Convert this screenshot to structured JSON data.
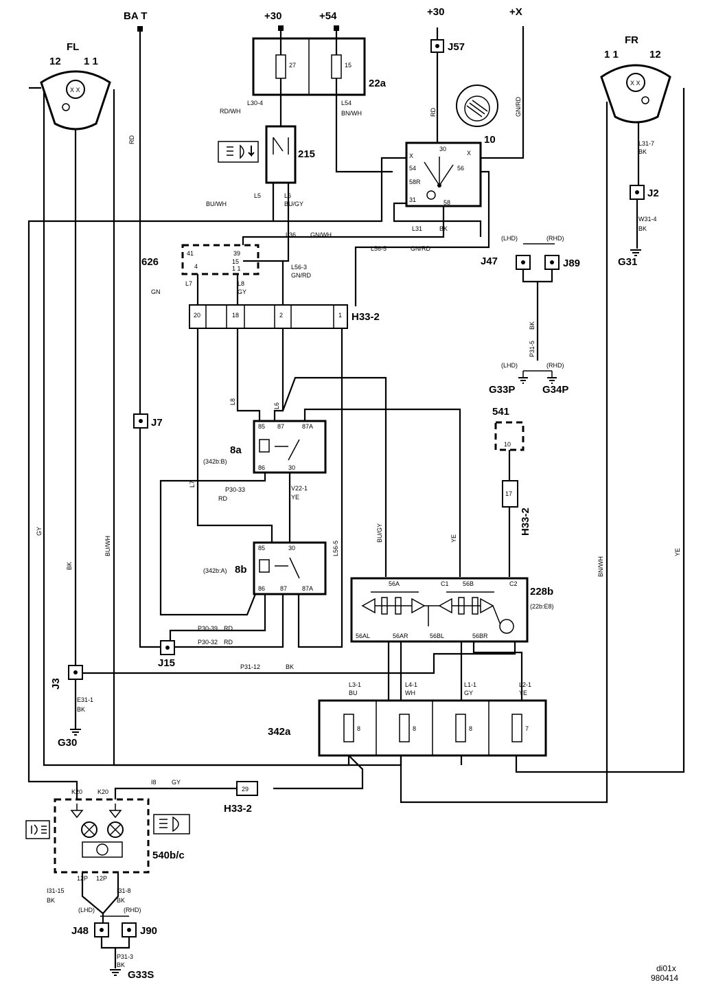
{
  "terminals": {
    "bat": "BA T",
    "p30": "+30",
    "p54": "+54",
    "p30b": "+30",
    "px": "+X"
  },
  "components": {
    "fl": "FL",
    "fr": "FR",
    "fl_pin12": "12",
    "fl_pin11": "1 1",
    "fr_pin11": "1 1",
    "fr_pin12": "12",
    "fuse_box": "22a",
    "fuse27": "27",
    "fuse15": "15",
    "j57": "J57",
    "sw10": "10",
    "relay215": "215",
    "c626": "626",
    "j47": "J47",
    "j89": "J89",
    "j2": "J2",
    "g31": "G31",
    "h33_2_top": "H33-2",
    "g33p": "G33P",
    "g34p": "G34P",
    "j7": "J7",
    "relay8a": "8a",
    "c541": "541",
    "h33_2_mid": "H33-2",
    "relay8b": "8b",
    "relay8b_sub": "(342b:A)",
    "relay8a_sub": "(342b:B)",
    "c228b": "228b",
    "c228b_sub": "(22b:E8)",
    "j15": "J15",
    "j3": "J3",
    "g30": "G30",
    "c342a": "342a",
    "h33_2_bot": "H33-2",
    "c540": "540b/c",
    "j48": "J48",
    "j90": "J90",
    "g33s": "G33S",
    "footer_code": "di01x",
    "footer_date": "980414"
  },
  "fuses_342a": [
    "8",
    "8",
    "8",
    "7"
  ],
  "wires": {
    "l30_4": "L30-4",
    "rd_wh": "RD/WH",
    "l54": "L54",
    "bn_wh": "BN/WH",
    "l5": "L5",
    "bu_wh": "BU/WH",
    "l6": "L6",
    "bu_gy": "BU/GY",
    "l36": "L36",
    "gn_wh": "GN/WH",
    "l56_5": "L56-5",
    "gn_rd": "GN/RD",
    "l56_3": "L56-3",
    "l31": "L31",
    "bk": "BK",
    "l7": "L7",
    "gn": "GN",
    "l8": "L8",
    "gy": "GY",
    "lhd": "(LHD)",
    "rhd": "(RHD)",
    "p31_5": "P31-5",
    "p30_33": "P30-33",
    "rd": "RD",
    "v22_1": "V22-1",
    "ye": "YE",
    "p30_39": "P30-39",
    "p30_32": "P30-32",
    "p31_12": "P31-12",
    "e31_1": "E31-1",
    "l3_1": "L3-1",
    "bu": "BU",
    "l4_1": "L4-1",
    "wh": "WH",
    "l1_1": "L1-1",
    "l2_1": "L2-1",
    "l31_7": "L31-7",
    "w31_4": "W31-4",
    "i8": "I8",
    "k20": "K20",
    "i31_15": "I31-15",
    "i31_8": "I31-8",
    "p31_3": "P31-3",
    "pin12p": "12P"
  },
  "pins": {
    "s56a": "56A",
    "s56b": "56B",
    "s56al": "56AL",
    "s56ar": "56AR",
    "s56bl": "56BL",
    "s56br": "56BR",
    "c1": "C1",
    "c2": "C2",
    "p85": "85",
    "p86": "86",
    "p87": "87",
    "p87a": "87A",
    "p30": "30",
    "p31": "31",
    "p54": "54",
    "p58": "58",
    "p58r": "58R",
    "p56": "56",
    "px": "X",
    "p39": "39",
    "p41": "41",
    "p15": "15",
    "p11": "1 1"
  },
  "colors": {
    "line": "#000000",
    "background": "#ffffff"
  },
  "icons": [
    "headlight-flash-icon",
    "ignition-switch-icon",
    "fog-light-icon",
    "high-beam-icon",
    "bulb-icon",
    "ground-icon"
  ]
}
